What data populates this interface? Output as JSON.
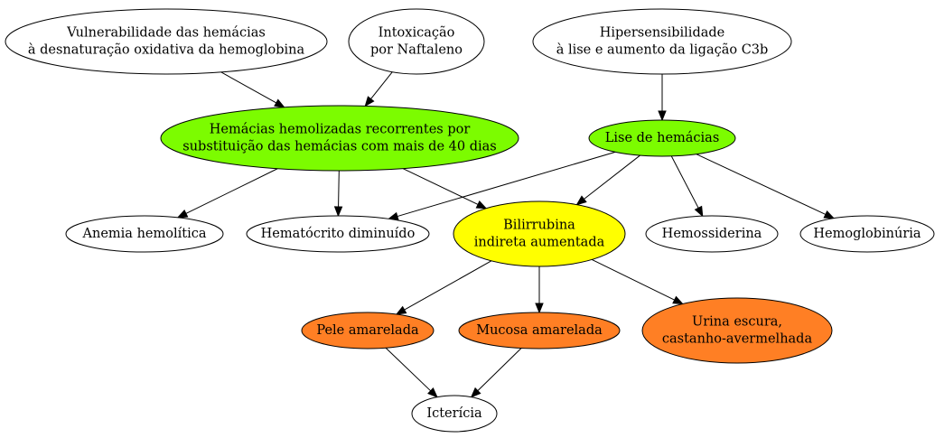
{
  "colors": {
    "default": "#ffffff",
    "green": "#7cfc00",
    "yellow": "#ffff00",
    "orange": "#ff7f24"
  },
  "nodes": [
    {
      "id": "vulnerabilidade",
      "lines": [
        "Vulnerabilidade das hemácias",
        "à desnaturação oxidativa da hemoglobina"
      ],
      "fill": "default"
    },
    {
      "id": "intoxicacao",
      "lines": [
        "Intoxicação",
        "por Naftaleno"
      ],
      "fill": "default"
    },
    {
      "id": "hipersensibilidade",
      "lines": [
        "Hipersensibilidade",
        "à lise e aumento da ligação C3b"
      ],
      "fill": "default"
    },
    {
      "id": "hemolizadas",
      "lines": [
        "Hemácias hemolizadas recorrentes por",
        "substituição das hemácias com mais de 40 dias"
      ],
      "fill": "green"
    },
    {
      "id": "lise",
      "lines": [
        "Lise de hemácias"
      ],
      "fill": "green"
    },
    {
      "id": "anemia",
      "lines": [
        "Anemia hemolítica"
      ],
      "fill": "default"
    },
    {
      "id": "hematocrito",
      "lines": [
        "Hematócrito diminuído"
      ],
      "fill": "default"
    },
    {
      "id": "bilirrubina",
      "lines": [
        "Bilirrubina",
        "indireta aumentada"
      ],
      "fill": "yellow"
    },
    {
      "id": "hemossiderina",
      "lines": [
        "Hemossiderina"
      ],
      "fill": "default"
    },
    {
      "id": "hemoglobinuria",
      "lines": [
        "Hemoglobinúria"
      ],
      "fill": "default"
    },
    {
      "id": "pele",
      "lines": [
        "Pele amarelada"
      ],
      "fill": "orange"
    },
    {
      "id": "mucosa",
      "lines": [
        "Mucosa amarelada"
      ],
      "fill": "orange"
    },
    {
      "id": "urina",
      "lines": [
        "Urina escura,",
        "castanho-avermelhada"
      ],
      "fill": "orange"
    },
    {
      "id": "ictericia",
      "lines": [
        "Icterícia"
      ],
      "fill": "default"
    }
  ],
  "edges": [
    {
      "from": "vulnerabilidade",
      "to": "hemolizadas"
    },
    {
      "from": "intoxicacao",
      "to": "hemolizadas"
    },
    {
      "from": "hipersensibilidade",
      "to": "lise"
    },
    {
      "from": "hemolizadas",
      "to": "anemia"
    },
    {
      "from": "hemolizadas",
      "to": "hematocrito"
    },
    {
      "from": "hemolizadas",
      "to": "bilirrubina"
    },
    {
      "from": "lise",
      "to": "hematocrito"
    },
    {
      "from": "lise",
      "to": "bilirrubina"
    },
    {
      "from": "lise",
      "to": "hemossiderina"
    },
    {
      "from": "lise",
      "to": "hemoglobinuria"
    },
    {
      "from": "bilirrubina",
      "to": "pele"
    },
    {
      "from": "bilirrubina",
      "to": "mucosa"
    },
    {
      "from": "bilirrubina",
      "to": "urina"
    },
    {
      "from": "pele",
      "to": "ictericia"
    },
    {
      "from": "mucosa",
      "to": "ictericia"
    }
  ]
}
